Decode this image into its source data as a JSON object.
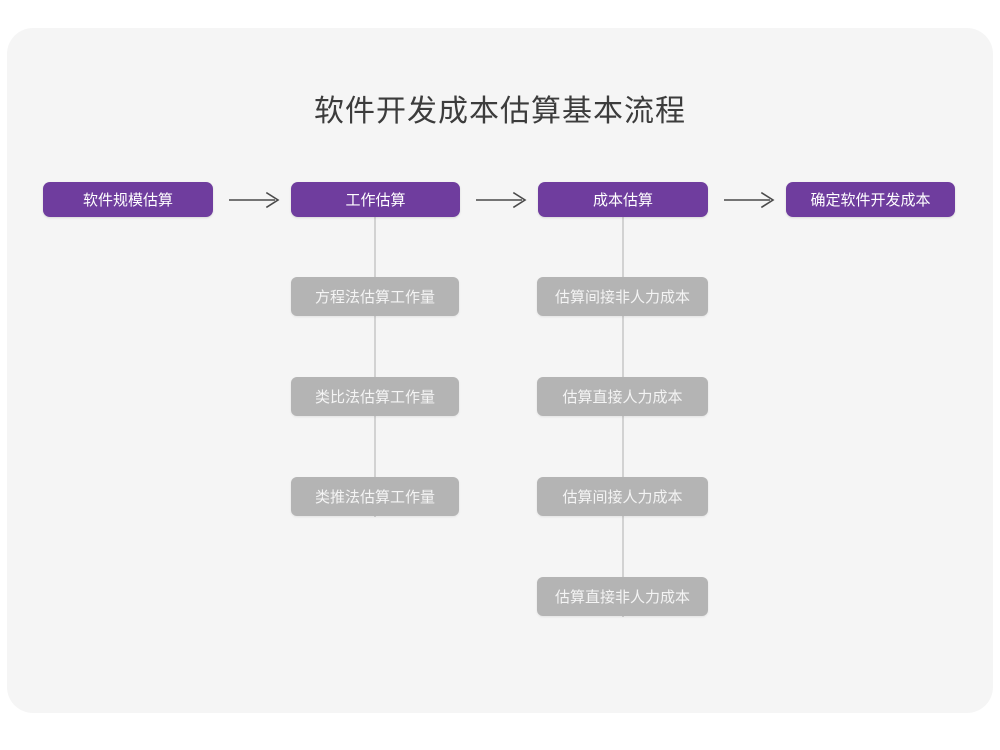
{
  "document": {
    "title": "软件开发成本估算基本流程"
  },
  "theme": {
    "page_background": "#ffffff",
    "card_background": "#f5f5f5",
    "stage_color": "#6f3d9e",
    "stage_text_color": "#ffffff",
    "sub_color": "#b4b4b4",
    "sub_text_color": "#f4f4f4",
    "connector_color": "#d2d2d2",
    "arrow_color": "#4a4a4a",
    "title_color": "#3c3c3c"
  },
  "flow": {
    "stages": [
      {
        "label": "软件规模估算"
      },
      {
        "label": "工作估算"
      },
      {
        "label": "成本估算"
      },
      {
        "label": "确定软件开发成本"
      }
    ],
    "arrows": [
      {
        "glyph": "⟶",
        "name": "arrow-right-icon"
      },
      {
        "glyph": "⟶",
        "name": "arrow-right-icon"
      },
      {
        "glyph": "⟶",
        "name": "arrow-right-icon"
      }
    ],
    "branches": {
      "work_estimation": [
        {
          "label": "方程法估算工作量"
        },
        {
          "label": "类比法估算工作量"
        },
        {
          "label": "类推法估算工作量"
        }
      ],
      "cost_estimation": [
        {
          "label": "估算间接非人力成本"
        },
        {
          "label": "估算直接人力成本"
        },
        {
          "label": "估算间接人力成本"
        },
        {
          "label": "估算直接非人力成本"
        }
      ]
    }
  }
}
